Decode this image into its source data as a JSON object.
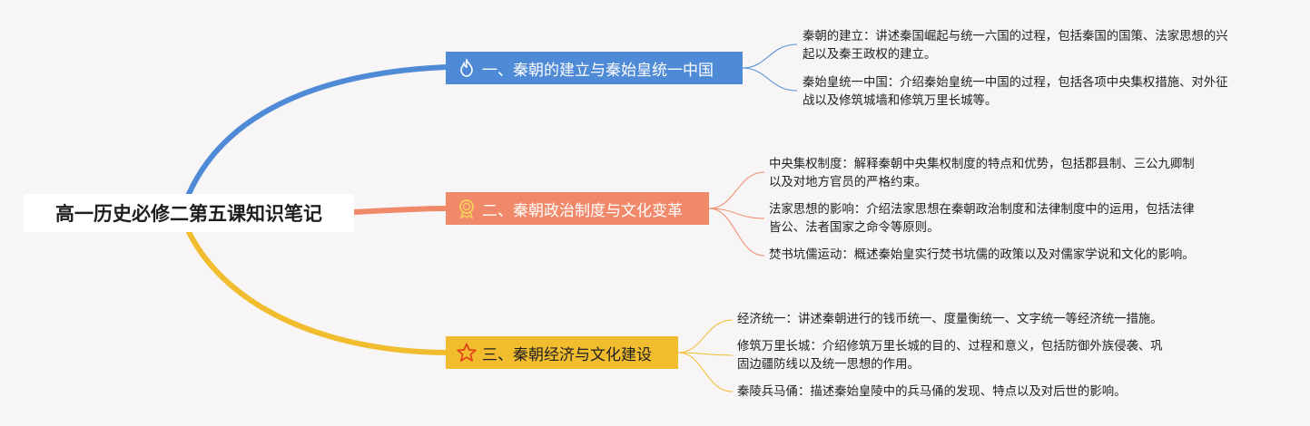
{
  "root": {
    "title": "高一历史必修二第五课知识笔记"
  },
  "branches": [
    {
      "label": "一、秦朝的建立与秦始皇统一中国",
      "icon": "flame-icon",
      "color": "#4e8ad6",
      "leaves": [
        {
          "lines": [
            "秦朝的建立：讲述秦国崛起与统一六国的过程，包括秦国的国策、法家思想的兴",
            "起以及秦王政权的建立。"
          ]
        },
        {
          "lines": [
            "秦始皇统一中国：介绍秦始皇统一中国的过程，包括各项中央集权措施、对外征",
            "战以及修筑城墙和修筑万里长城等。"
          ]
        }
      ]
    },
    {
      "label": "二、秦朝政治制度与文化变革",
      "icon": "medal-icon",
      "color": "#f0896a",
      "leaves": [
        {
          "lines": [
            "中央集权制度：解释秦朝中央集权制度的特点和优势，包括郡县制、三公九卿制",
            "以及对地方官员的严格约束。"
          ]
        },
        {
          "lines": [
            "法家思想的影响：介绍法家思想在秦朝政治制度和法律制度中的运用，包括法律",
            "皆公、法者国家之命令等原则。"
          ]
        },
        {
          "lines": [
            "焚书坑儒运动：概述秦始皇实行焚书坑儒的政策以及对儒家学说和文化的影响。"
          ]
        }
      ]
    },
    {
      "label": "三、秦朝经济与文化建设",
      "icon": "star-icon",
      "color": "#f1bd2f",
      "leaves": [
        {
          "lines": [
            "经济统一：讲述秦朝进行的钱币统一、度量衡统一、文字统一等经济统一措施。"
          ]
        },
        {
          "lines": [
            "修筑万里长城：介绍修筑万里长城的目的、过程和意义，包括防御外族侵袭、巩",
            "固边疆防线以及统一思想的作用。"
          ]
        },
        {
          "lines": [
            "秦陵兵马俑：描述秦始皇陵中的兵马俑的发现、特点以及对后世的影响。"
          ]
        }
      ]
    }
  ]
}
